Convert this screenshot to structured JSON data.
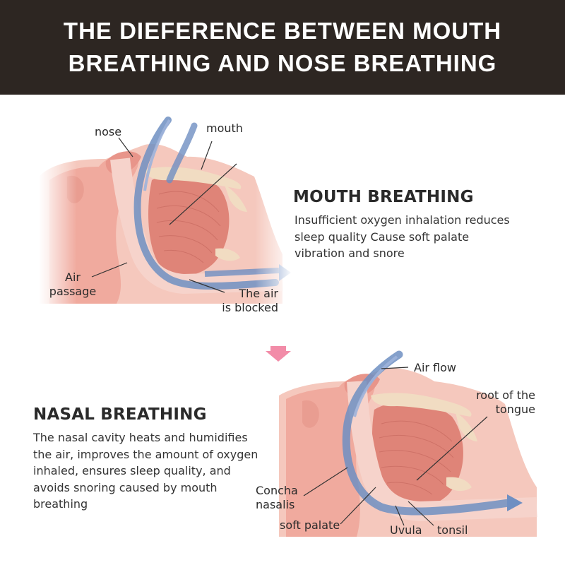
{
  "header": {
    "title_line1": "THE DIEFERENCE BETWEEN MOUTH",
    "title_line2": "BREATHING AND NOSE BREATHING",
    "background": "#2d2622"
  },
  "mouth_breathing": {
    "heading": "MOUTH BREATHING",
    "text_lines": [
      "Insufficient oxygen inhalation reduces",
      "sleep quality Cause soft palate",
      "vibration and snore"
    ],
    "labels": {
      "nose": "nose",
      "mouth": "mouth",
      "air_passage_line1": "Air",
      "air_passage_line2": "passage",
      "air_blocked_line1": "The air",
      "air_blocked_line2": "is blocked"
    }
  },
  "nasal_breathing": {
    "heading": "NASAL BREATHING",
    "text_lines": [
      "The nasal cavity heats and humidifies",
      "the air, improves the amount of oxygen",
      "inhaled, ensures sleep quality, and",
      "avoids snoring caused by mouth",
      "breathing"
    ],
    "labels": {
      "air_flow": "Air flow",
      "root_line1": "root of the",
      "root_line2": "tongue",
      "concha_line1": "Concha",
      "concha_line2": "nasalis",
      "soft_palate": "soft palate",
      "uvula": "Uvula",
      "tonsil": "tonsil"
    }
  },
  "colors": {
    "skin": "#f2b8ad",
    "tissue": "#e5897f",
    "airflow": "#6f8fc2",
    "arrow_pink": "#f28ca8"
  }
}
